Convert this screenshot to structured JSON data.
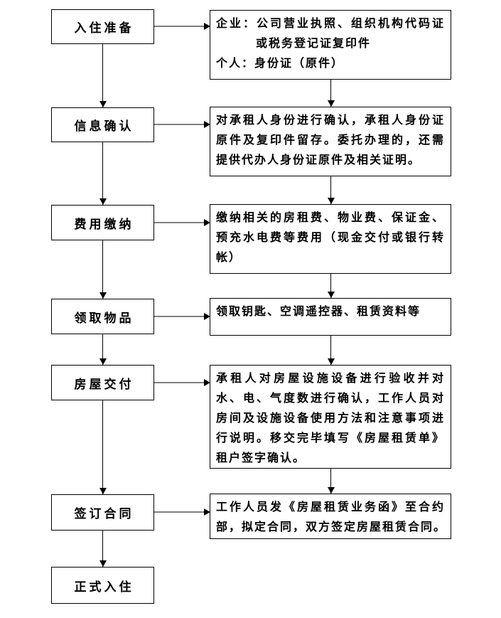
{
  "flow": {
    "steps": [
      {
        "label": "入住准备"
      },
      {
        "label": "信息确认"
      },
      {
        "label": "费用缴纳"
      },
      {
        "label": "领取物品"
      },
      {
        "label": "房屋交付"
      },
      {
        "label": "签订合同"
      },
      {
        "label": "正式入住"
      }
    ],
    "details": [
      {
        "lines": [
          "企业：公司营业执照、组织机构代码证",
          "或税务登记证复印件",
          "个人：身份证（原件）"
        ]
      },
      {
        "lines": [
          "对承租人身份进行确认，承租人身份证",
          "原件及复印件留存。委托办理的，还需",
          "提供代办人身份证原件及相关证明。"
        ]
      },
      {
        "lines": [
          "缴纳相关的房租费、物业费、保证金、",
          "预充水电费等费用（现金交付或银行转",
          "帐）"
        ]
      },
      {
        "lines": [
          "领取钥匙、空调遥控器、租赁资料等"
        ]
      },
      {
        "lines": [
          "承租人对房屋设施设备进行验收并对",
          "水、电、气度数进行确认，工作人员对",
          "房间及设施设备使用方法和注意事项进",
          "行说明。移交完毕填写《房屋租赁单》",
          "租户签字确认。"
        ]
      },
      {
        "lines": [
          "工作人员发《房屋租赁业务函》至合约",
          "部，拟定合同，双方签定房屋租赁合同。"
        ]
      }
    ]
  },
  "colors": {
    "background": "#ffffff",
    "box_border": "#000000",
    "text": "#000000",
    "connector_vertical": "#000000",
    "connector_horizontal": "#7f7f7f",
    "arrowhead": "#000000"
  }
}
